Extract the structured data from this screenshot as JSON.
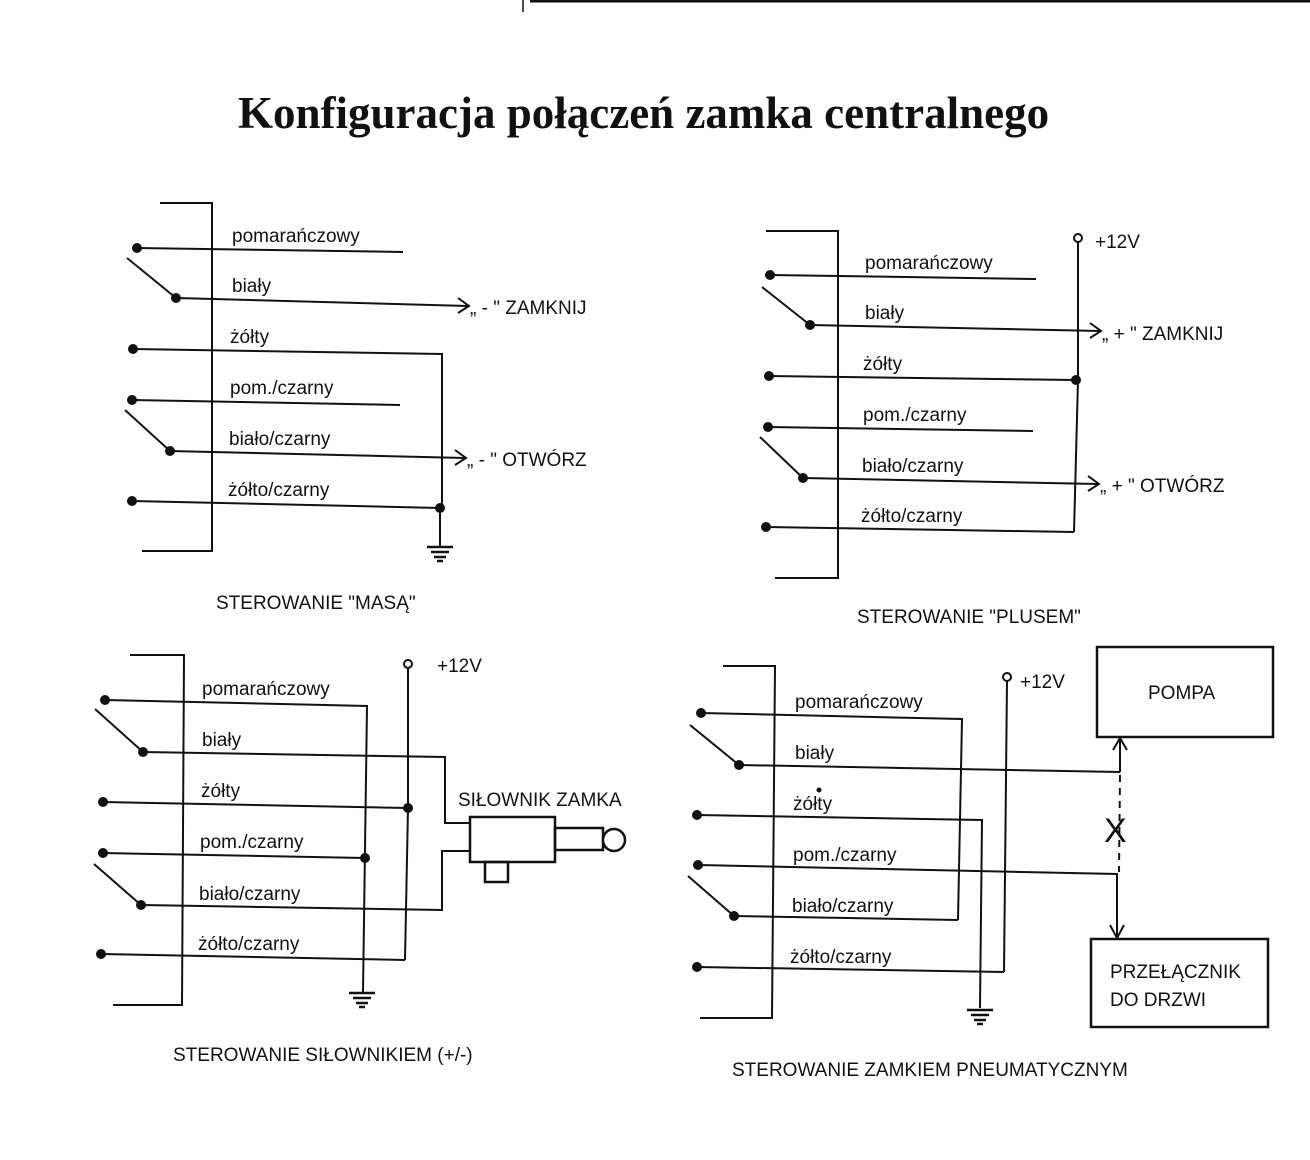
{
  "title": "Konfiguracja połączeń zamka centralnego",
  "panels": [
    {
      "caption": "STEROWANIE \"MASĄ\"",
      "wires": [
        "pomarańczowy",
        "biały",
        "żółty",
        "pom./czarny",
        "biało/czarny",
        "żółto/czarny"
      ],
      "outputs": [
        "„ - \" ZAMKNIJ",
        "„ - \" OTWÓRZ"
      ]
    },
    {
      "caption": "STEROWANIE \"PLUSEM\"",
      "wires": [
        "pomarańczowy",
        "biały",
        "żółty",
        "pom./czarny",
        "biało/czarny",
        "żółto/czarny"
      ],
      "outputs": [
        "„ + \" ZAMKNIJ",
        "„ + \" OTWÓRZ"
      ],
      "supply": "+12V"
    },
    {
      "caption": "STEROWANIE SIŁOWNIKIEM (+/-)",
      "wires": [
        "pomarańczowy",
        "biały",
        "żółty",
        "pom./czarny",
        "biało/czarny",
        "żółto/czarny"
      ],
      "supply": "+12V",
      "actuator": "SIŁOWNIK ZAMKA"
    },
    {
      "caption": "STEROWANIE ZAMKIEM PNEUMATYCZNYM",
      "wires": [
        "pomarańczowy",
        "biały",
        "żółty",
        "pom./czarny",
        "biało/czarny",
        "żółto/czarny"
      ],
      "supply": "+12V",
      "pump": "POMPA",
      "switch_line1": "PRZEŁĄCZNIK",
      "switch_line2": "DO DRZWI",
      "cross_mark": "X"
    }
  ]
}
